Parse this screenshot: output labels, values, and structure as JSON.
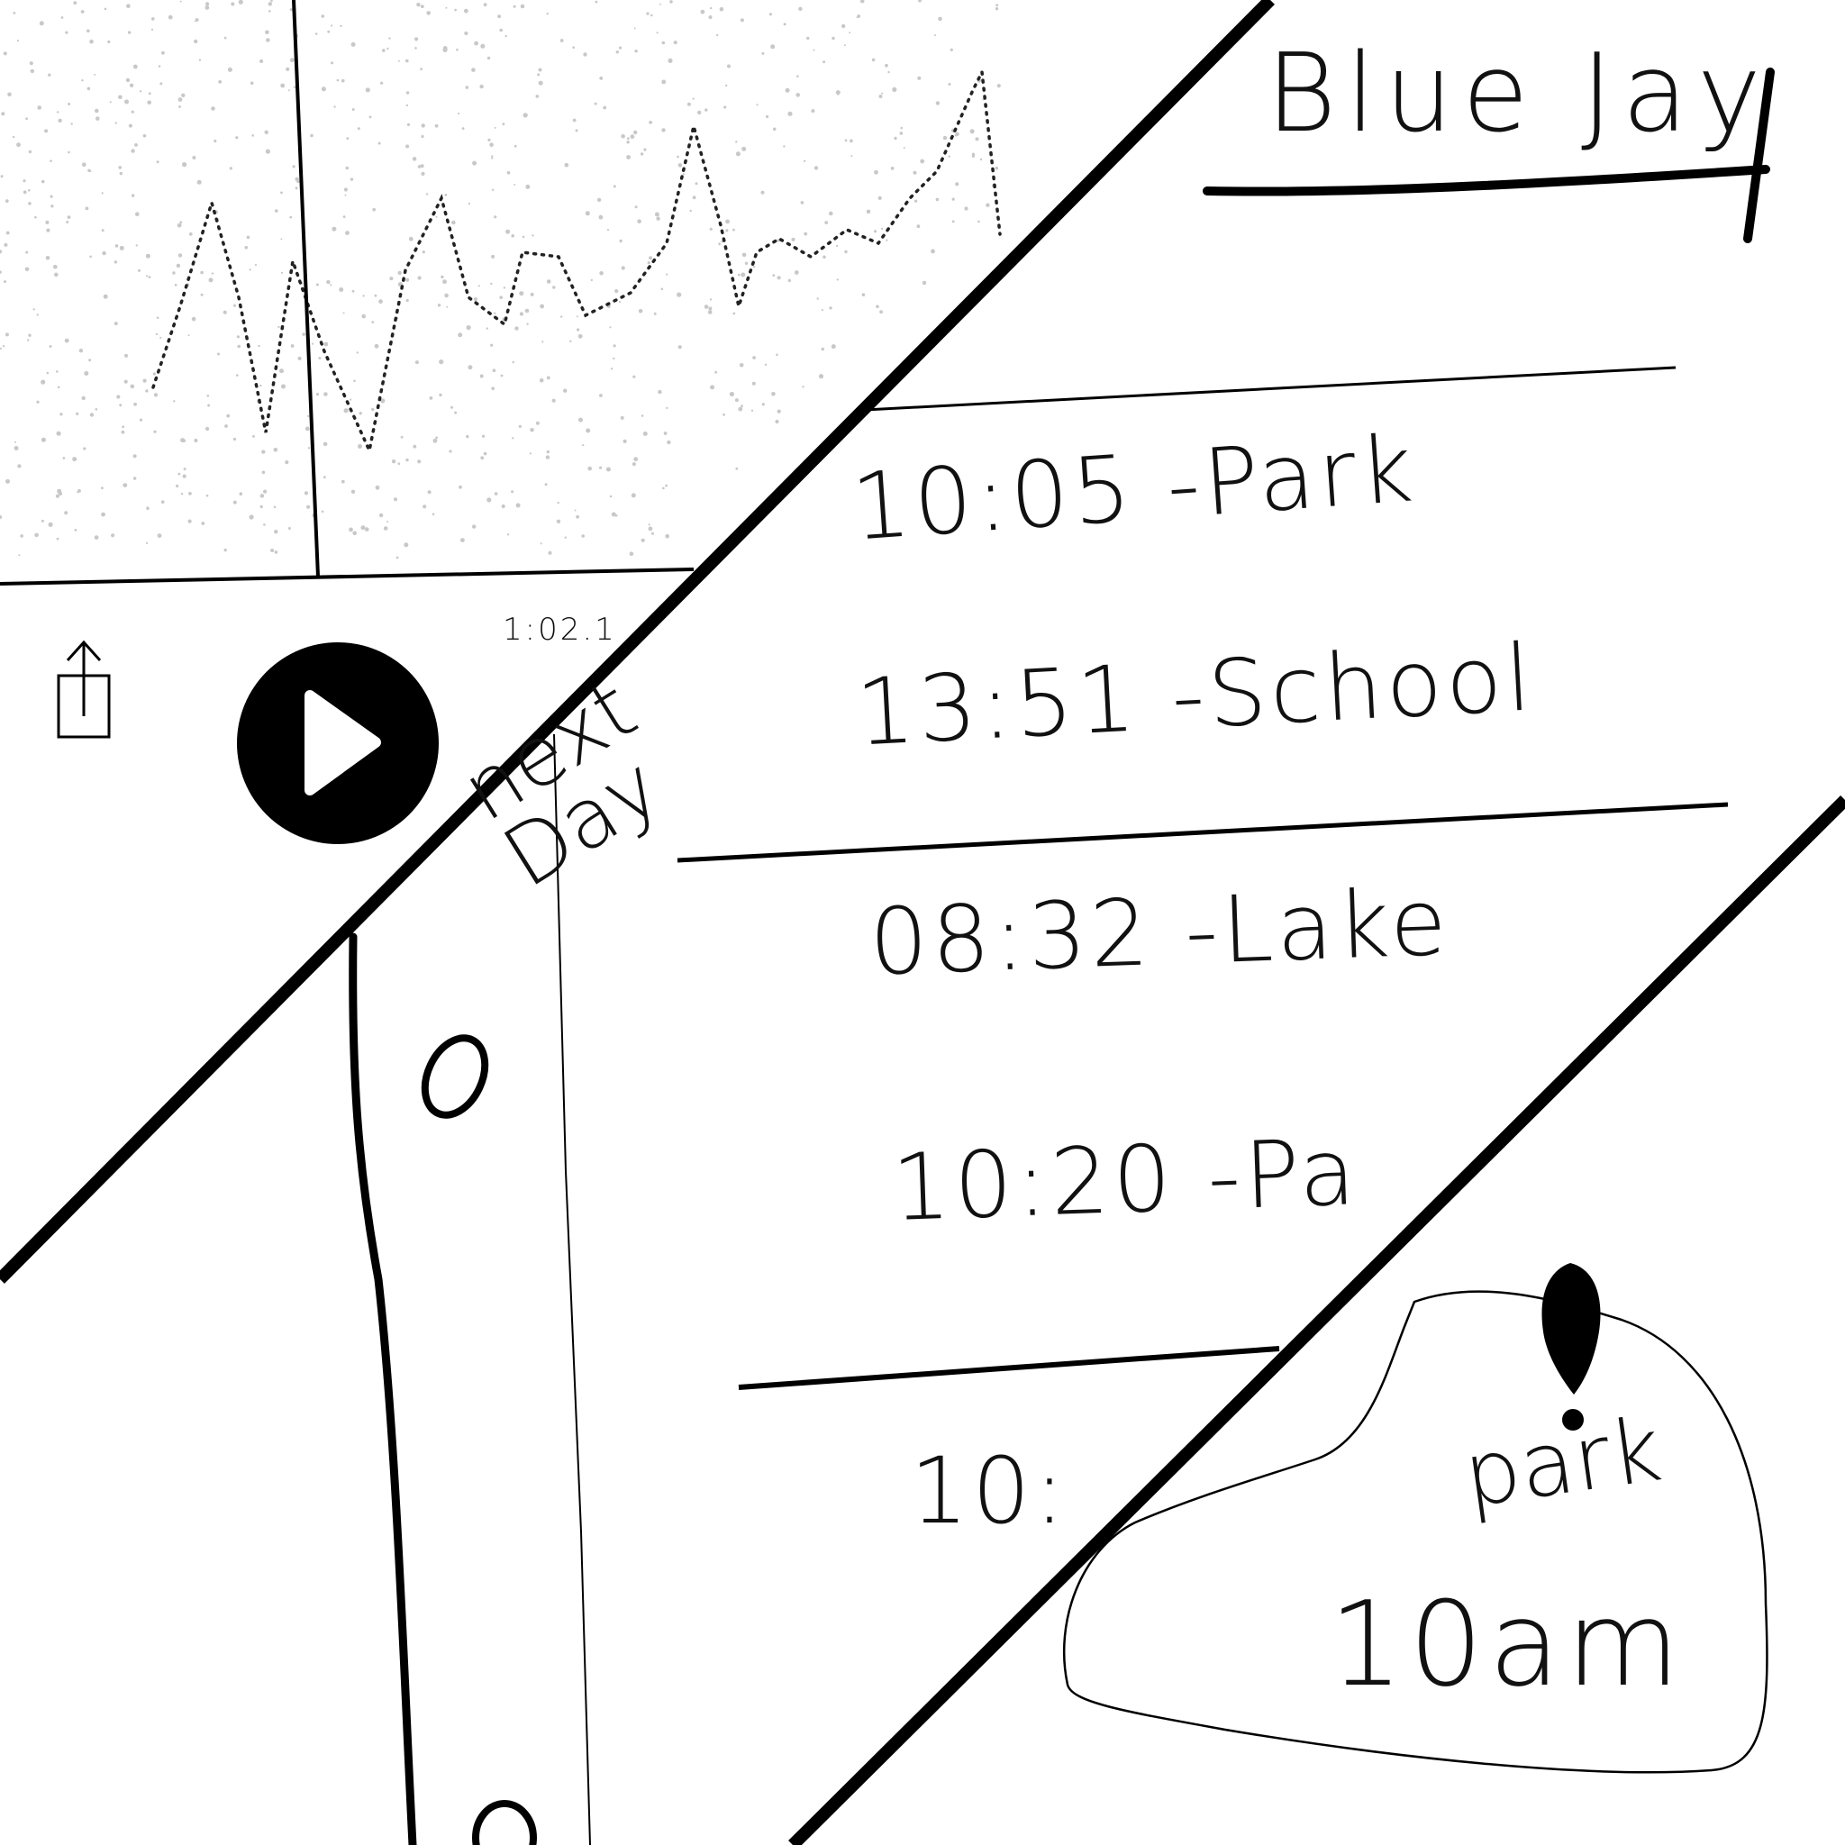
{
  "screen_title": "Blue Jay",
  "schedule": {
    "entries": [
      {
        "label": "10:05 -Park"
      },
      {
        "label": "13:51 -School"
      },
      {
        "label": "08:32 -Lake"
      },
      {
        "label": "10:20 -Pa"
      },
      {
        "label": "10:"
      }
    ]
  },
  "player": {
    "timecode": "1:02.1",
    "play_icon": "play-icon",
    "share_icon": "share-icon"
  },
  "day_nav": {
    "label": "next\nDay"
  },
  "map": {
    "pin_icon": "map-pin-icon",
    "place": "park",
    "time": "10am"
  }
}
